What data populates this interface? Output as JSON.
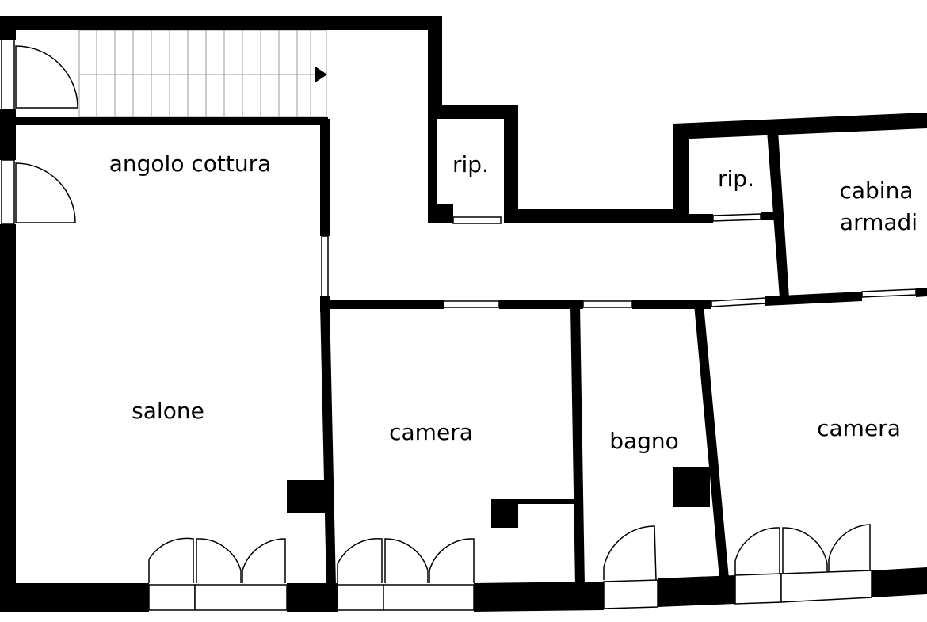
{
  "plan": {
    "rooms": [
      {
        "id": "kitchen",
        "label": "angolo cottura"
      },
      {
        "id": "living",
        "label": "salone"
      },
      {
        "id": "storage1",
        "label": "rip."
      },
      {
        "id": "storage2",
        "label": "rip."
      },
      {
        "id": "wardrobe",
        "label_line1": "cabina",
        "label_line2": "armadi"
      },
      {
        "id": "bedroom1",
        "label": "camera"
      },
      {
        "id": "bathroom",
        "label": "bagno"
      },
      {
        "id": "bedroom2",
        "label": "camera"
      }
    ],
    "colors": {
      "wall": "#000000",
      "background": "#ffffff",
      "stair_lines": "#9a9a9a"
    }
  }
}
